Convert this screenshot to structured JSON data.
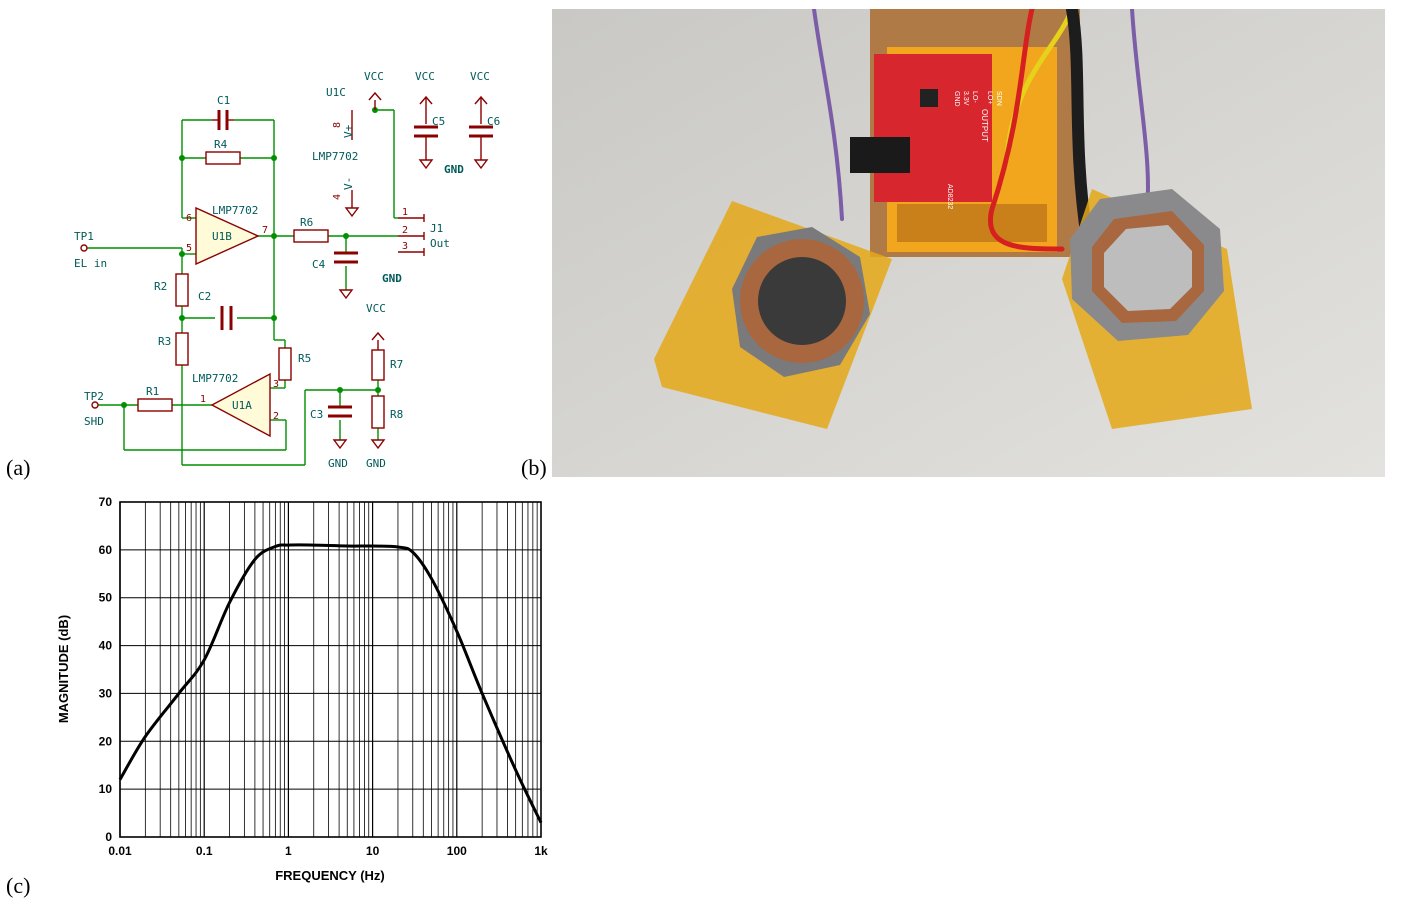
{
  "panels": {
    "a": "(a)",
    "b": "(b)",
    "c": "(c)"
  },
  "schematic": {
    "opamp_b": {
      "part": "LMP7702",
      "ref": "U1B"
    },
    "opamp_a": {
      "part": "LMP7702",
      "ref": "U1A"
    },
    "opamp_c": {
      "ref": "U1C",
      "part": "LMP7702",
      "vplus": "V+",
      "vminus": "V-",
      "pin_vplus": "8",
      "pin_vminus": "4"
    },
    "resistors": [
      "R1",
      "R2",
      "R3",
      "R4",
      "R5",
      "R6",
      "R7",
      "R8"
    ],
    "capacitors": [
      "C1",
      "C2",
      "C3",
      "C4",
      "C5",
      "C6"
    ],
    "testpoints": {
      "tp1": "TP1",
      "tp1_label": "EL in",
      "tp2": "TP2",
      "tp2_label": "SHD"
    },
    "connector": {
      "ref": "J1",
      "label": "Out",
      "pins": [
        "1",
        "2",
        "3"
      ]
    },
    "power": {
      "vcc": "VCC",
      "gnd": "GND"
    },
    "pins": {
      "u1b_minus": "6",
      "u1b_plus": "5",
      "u1b_out": "7",
      "u1a_plus": "3",
      "u1a_minus": "2",
      "u1a_out": "1"
    }
  },
  "photo": {
    "board_text": [
      "AD8232",
      "SDN",
      "LO+",
      "LO-",
      "OUTPUT",
      "3.3V",
      "GND"
    ]
  },
  "chart_data": {
    "type": "line",
    "title": "",
    "xlabel": "FREQUENCY (Hz)",
    "ylabel": "MAGNITUDE (dB)",
    "xscale": "log",
    "xlim": [
      0.01,
      1000
    ],
    "ylim": [
      0,
      70
    ],
    "grid": true,
    "xticks": [
      "0.01",
      "0.1",
      "1",
      "10",
      "100",
      "1k"
    ],
    "yticks": [
      "0",
      "10",
      "20",
      "30",
      "40",
      "50",
      "60",
      "70"
    ],
    "series": [
      {
        "x": [
          0.01,
          0.02,
          0.05,
          0.1,
          0.2,
          0.4,
          0.7,
          1,
          2,
          5,
          10,
          20,
          30,
          50,
          100,
          200,
          500,
          1000
        ],
        "y": [
          12,
          21,
          30,
          37,
          49,
          58,
          60.7,
          61,
          61,
          60.8,
          60.8,
          60.6,
          59.5,
          54,
          43,
          30,
          14,
          3
        ]
      }
    ]
  }
}
